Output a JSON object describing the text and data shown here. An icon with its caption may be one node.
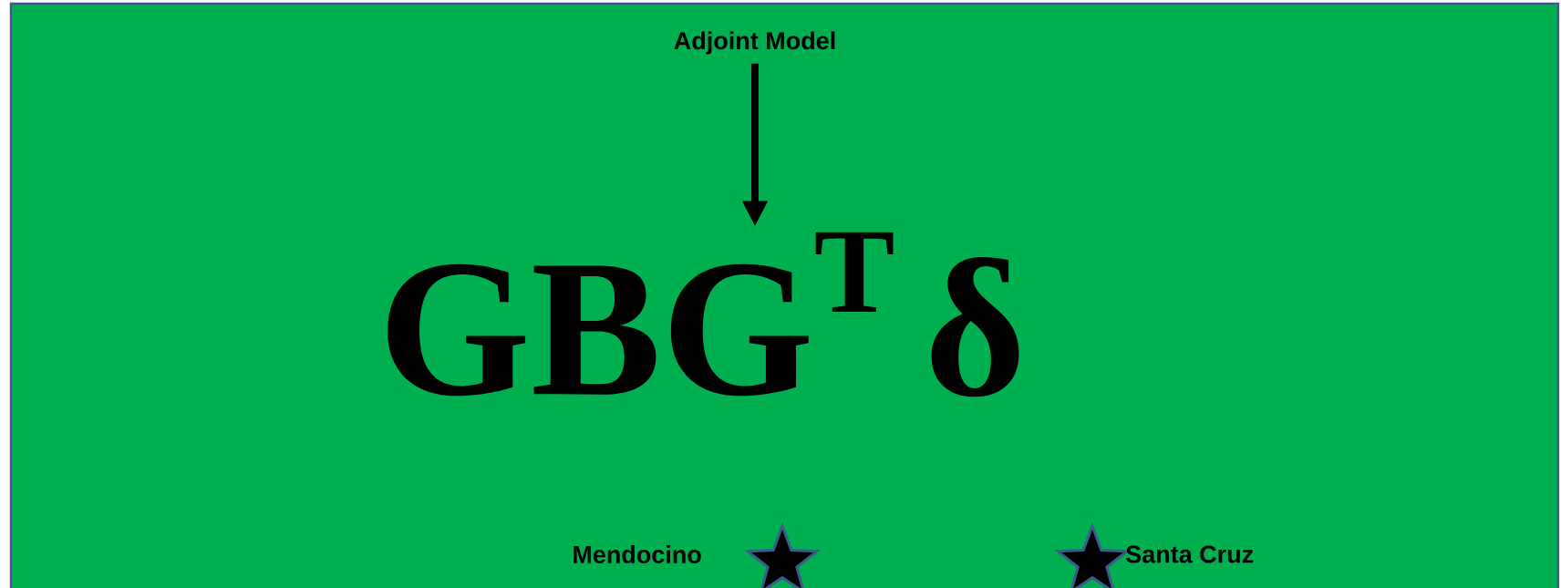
{
  "diagram": {
    "nodes": [
      {
        "text": [
          "Adjoint Model"
        ]
      },
      {
        "text": [
          "GBG$^{T}$δ"
        ]
      }
    ],
    "edges": [
      {
        "from": 0,
        "to": 1,
        "arrow": "to"
      }
    ],
    "labels": [
      "Mendocino",
      "Santa Cruz"
    ]
  }
}
